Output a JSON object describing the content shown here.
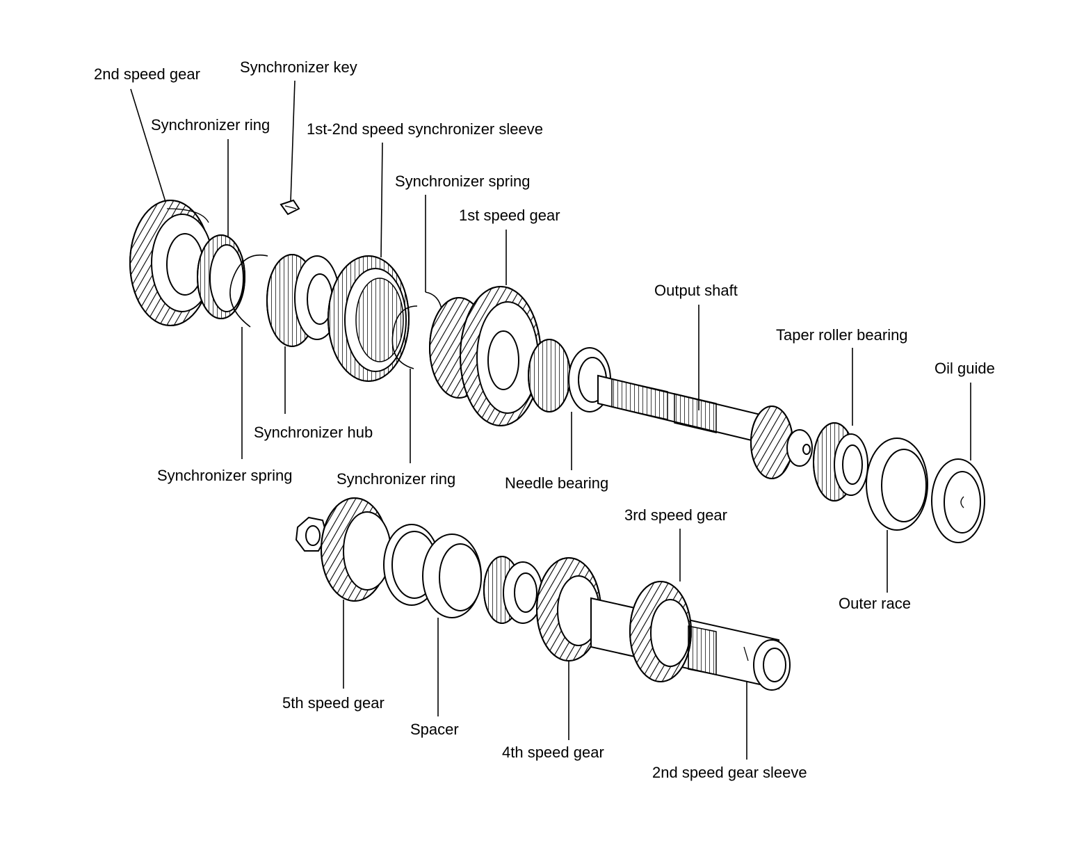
{
  "labels": {
    "second_speed_gear": "2nd speed gear",
    "synchronizer_key": "Synchronizer key",
    "synchronizer_ring_top": "Synchronizer ring",
    "sleeve_1_2": "1st-2nd speed synchronizer sleeve",
    "synchronizer_spring_top": "Synchronizer spring",
    "first_speed_gear": "1st speed gear",
    "output_shaft": "Output shaft",
    "taper_roller_bearing": "Taper roller bearing",
    "oil_guide": "Oil guide",
    "synchronizer_hub": "Synchronizer hub",
    "synchronizer_spring_bottom": "Synchronizer spring",
    "synchronizer_ring_bottom": "Synchronizer ring",
    "needle_bearing": "Needle bearing",
    "third_speed_gear": "3rd speed gear",
    "outer_race": "Outer race",
    "fifth_speed_gear": "5th speed gear",
    "spacer": "Spacer",
    "fourth_speed_gear": "4th speed gear",
    "second_speed_gear_sleeve": "2nd speed gear sleeve"
  }
}
